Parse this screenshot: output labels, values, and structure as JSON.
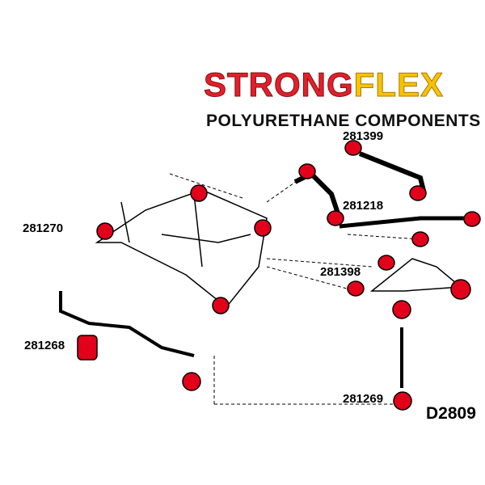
{
  "logo": {
    "part1": "STR",
    "part_o": "O",
    "part2": "NG",
    "part3": "FLEX",
    "text": "STRONGFLEX"
  },
  "tagline": "POLYURETHANE COMPONENTS",
  "parts": [
    "281399",
    "281218",
    "281270",
    "281398",
    "281268",
    "281269"
  ],
  "diagram_code": "D2809",
  "colors": {
    "bushing": "#e3001b",
    "logo_red": "#e0202a",
    "logo_yellow": "#f5c400"
  }
}
